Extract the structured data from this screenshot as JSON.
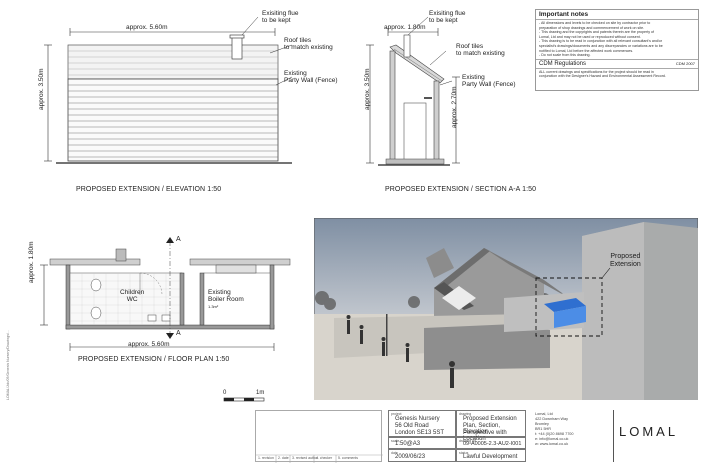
{
  "elevation": {
    "dim_width": "approx. 5.60m",
    "dim_height": "approx. 3.50m",
    "note_flue": [
      "Exisiting flue",
      "to be kept"
    ],
    "note_tiles": [
      "Roof tiles",
      "to match existing"
    ],
    "note_wall": [
      "Existing",
      "Party Wall (Fence)"
    ],
    "title": "PROPOSED EXTENSION / ELEVATION 1:50"
  },
  "section": {
    "dim_width": "approx. 1.80m",
    "dim_height": "approx. 3.50m",
    "dim_inner": "approx. 2.70m",
    "note_flue": [
      "Exisiting flue",
      "to be kept"
    ],
    "note_tiles": [
      "Roof tiles",
      "to match existing"
    ],
    "note_wall": [
      "Existing",
      "Party Wall (Fence)"
    ],
    "title": "PROPOSED EXTENSION / SECTION A-A 1:50"
  },
  "floorplan": {
    "dim_width": "approx. 5.60m",
    "dim_height": "approx. 1.80m",
    "marker": "A",
    "room1": [
      "Children",
      "WC"
    ],
    "room2": [
      "Existing",
      "Boiler Room"
    ],
    "room2_sub": "1.3m²",
    "title": "PROPOSED EXTENSION / FLOOR PLAN 1:50"
  },
  "perspective": {
    "callout": [
      "Proposed",
      "Extension"
    ]
  },
  "scale_bar": {
    "start": "0",
    "end": "1m"
  },
  "notes": {
    "header": "Important notes",
    "lines": [
      "- All dimensions and levels to be checked on site by contractor prior to",
      "preparation of shop drawings and commencement of work on site.",
      "- This drawing and the copyrights and patents therein are the property of",
      "Lomal, Ltd and may not be used or reproduced without consent.",
      "- This drawing is to be read in conjunction with all relevant consultant's and/or",
      "specialist's drawings/documents and any discrepancies or variations are to be",
      "notified to Lomal, Ltd before the affected work commences.",
      "- Do not scale from this drawing."
    ],
    "cdm_label": "CDM Regulations",
    "cdm_year": "CDM 2007",
    "cdm_lines": [
      "ALL current drawings and specifications for the project should be read in",
      "conjunction with the Designer's Hazard and Environmental Assessment Record."
    ]
  },
  "title_block": {
    "project_key": "project",
    "project": [
      "Genesis Nursery",
      "56 Old Road",
      "London SE13 5ST"
    ],
    "scale_key": "scale",
    "scale": "1:50@A3",
    "date_key": "date",
    "date": "2009/06/23",
    "drawing_key": "drawing",
    "drawing": [
      "Proposed Extension",
      "Plan, Section, Elevation",
      "Perspective with Location"
    ],
    "number_key": "drawing no.",
    "number": "09-A0005-2.3-AU2-I001",
    "status_key": "status",
    "status": "Lawful Development",
    "office": [
      "Lomal, Ltd",
      "422 Downham Way",
      "Bromley",
      "BR1 5HR",
      "",
      "t: +44 (0)20 8698 7700",
      "e: info@lomal.co.uk",
      "w: www.lomal.co.uk"
    ],
    "logo": "LOMAL",
    "revisions": [
      "1. revision",
      "2. date",
      "3. revised author",
      "4. checker",
      "5. comments"
    ]
  },
  "side_text": "LOMAL/Job/09/Genesis Nursery/Drawings/..."
}
